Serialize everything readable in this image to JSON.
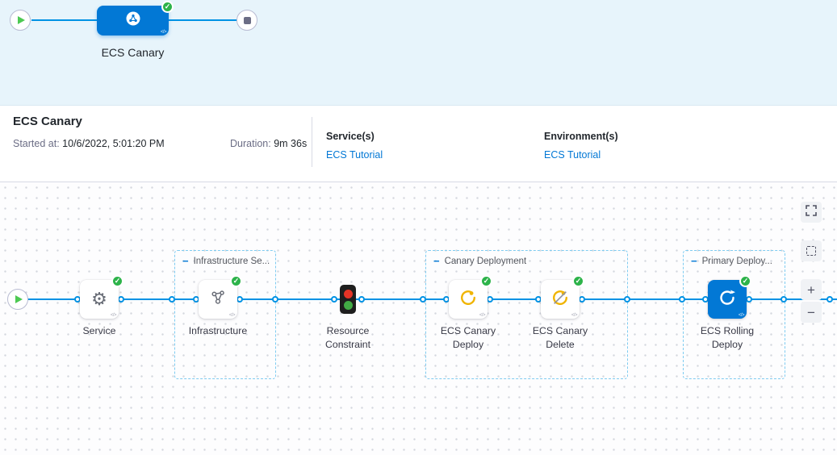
{
  "colors": {
    "accent_blue": "#0278d5",
    "flow_line_blue": "#0092e4",
    "success_green": "#2db34a",
    "canary_yellow": "#f0b400",
    "band_background": "#e7f4fb",
    "link_blue": "#0278d5"
  },
  "icons": {
    "check": "✓",
    "code_glyph": "</>",
    "gear": "⚙",
    "zoom_in": "+",
    "zoom_out": "−",
    "collapse_minus": "−"
  },
  "minimap": {
    "stage_label": "ECS Canary"
  },
  "header": {
    "title": "ECS Canary",
    "started_label": "Started at:",
    "started_value": "10/6/2022, 5:01:20 PM",
    "duration_label": "Duration:",
    "duration_value": "9m 36s",
    "services_label": "Service(s)",
    "services_link": "ECS Tutorial",
    "environments_label": "Environment(s)",
    "environments_link": "ECS Tutorial"
  },
  "graph": {
    "groups": [
      {
        "title": "Infrastructure Se..."
      },
      {
        "title": "Canary Deployment"
      },
      {
        "title": "Primary Deploy..."
      }
    ],
    "nodes": [
      {
        "label": "Service",
        "status": "Success"
      },
      {
        "label": "Infrastructure",
        "status": "Success"
      },
      {
        "label": "Resource Constraint"
      },
      {
        "label": "ECS Canary Deploy",
        "status": "Success"
      },
      {
        "label": "ECS Canary Delete",
        "status": "Success"
      },
      {
        "label": "ECS Rolling Deploy",
        "status": "Success"
      }
    ]
  }
}
